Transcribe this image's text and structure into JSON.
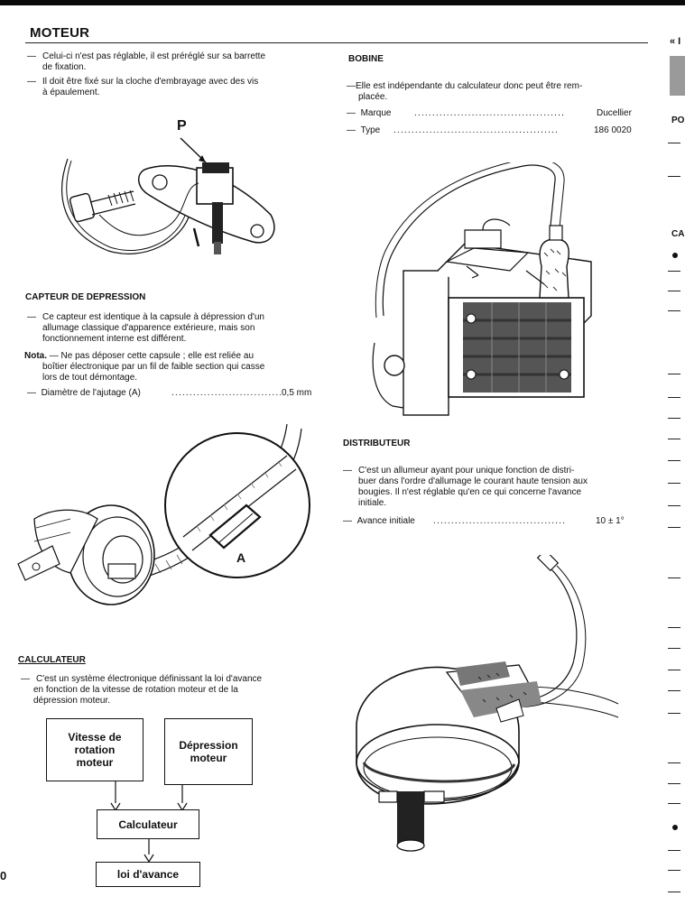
{
  "header": {
    "title": "MOTEUR"
  },
  "capteur": {
    "bullets": [
      [
        "Celui-ci n'est pas réglable, il est préréglé sur sa barrette",
        "de fixation."
      ],
      [
        "Il doit être fixé sur la cloche d'embrayage avec des vis",
        "à épaulement."
      ]
    ],
    "fig_label": "P"
  },
  "depression": {
    "heading": "CAPTEUR DE DEPRESSION",
    "bullet_lines": [
      "Ce capteur est identique à la capsule à dépression d'un",
      "allumage classique d'apparence extérieure, mais son",
      "fonctionnement interne est différent."
    ],
    "nota_label": "Nota.",
    "nota_lines": [
      "— Ne pas déposer cette capsule ; elle est reliée au",
      "boîtier électronique par un fil de faible section qui casse",
      "lors de tout démontage."
    ],
    "spec_label": "Diamètre de l'ajutage (A)",
    "spec_value": "0,5 mm",
    "fig_label": "A"
  },
  "calculateur": {
    "heading": "CALCULATEUR",
    "lines": [
      "C'est un système électronique définissant la loi d'avance",
      "en fonction de la vitesse de rotation moteur et de la",
      "dépression moteur."
    ],
    "diagram": {
      "box1_lines": [
        "Vitesse de",
        "rotation",
        "moteur"
      ],
      "box2_lines": [
        "Dépression",
        "moteur"
      ],
      "box3": "Calculateur",
      "box4": "loi d'avance"
    }
  },
  "bobine": {
    "heading": "BOBINE",
    "lines": [
      "Elle est indépendante du calculateur donc peut être rem-",
      "placée."
    ],
    "marque_label": "Marque",
    "marque_value": "Ducellier",
    "type_label": "Type",
    "type_value": "186 0020"
  },
  "distributeur": {
    "heading": "DISTRIBUTEUR",
    "lines": [
      "C'est un allumeur ayant pour unique fonction de distri-",
      "buer dans l'ordre d'allumage le courant haute tension aux",
      "bougies. Il n'est réglable qu'en ce qui concerne l'avance",
      "initiale."
    ],
    "avance_label": "Avance initiale",
    "avance_value": "10 ± 1°"
  },
  "page_number": "0",
  "side_strip": {
    "header": "« I",
    "p1": "PO",
    "p2": "CA"
  }
}
